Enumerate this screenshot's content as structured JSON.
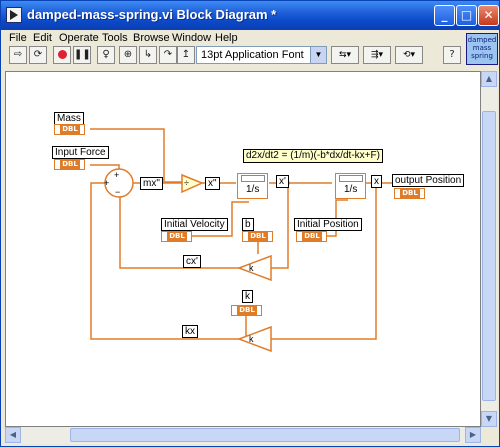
{
  "window": {
    "title": "damped-mass-spring.vi Block Diagram *",
    "buttons": {
      "minimize": "_",
      "maximize": "□",
      "close": "✕"
    }
  },
  "menu": [
    "File",
    "Edit",
    "Operate",
    "Tools",
    "Browse",
    "Window",
    "Help"
  ],
  "toolbar": {
    "font_selector": "13pt Application Font"
  },
  "vi_icon": {
    "line1": "damped",
    "line2": "mass",
    "line3": "spring"
  },
  "diagram": {
    "formula": "d2x/dt2 = (1/m)(-b*dx/dt-kx+F)",
    "labels": {
      "mass": "Mass",
      "input_force": "Input Force",
      "initial_velocity": "Initial Velocity",
      "b": "b",
      "initial_position": "Initial Position",
      "output_position": "output Position",
      "k": "k"
    },
    "wire_labels": {
      "mx2": "mx\"",
      "x2": "x\"",
      "x1": "x'",
      "x": "x",
      "cx1": "cx'",
      "kx": "kx"
    },
    "terminal_type": "DBL",
    "integrator_text": "1/s",
    "gain_text": "k",
    "sum_signs": {
      "plus": "+",
      "minus": "−"
    },
    "divide_symbol": "÷"
  },
  "colors": {
    "wire": "#e07b28",
    "canvas": "#ffffff",
    "titlebar": "#0a49c9"
  }
}
